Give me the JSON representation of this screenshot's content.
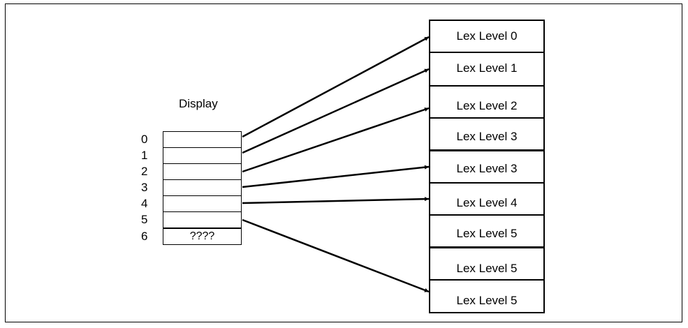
{
  "display": {
    "title": "Display",
    "indices": [
      "0",
      "1",
      "2",
      "3",
      "4",
      "5",
      "6"
    ],
    "cells": [
      "",
      "",
      "",
      "",
      "",
      "",
      "????"
    ]
  },
  "stack": {
    "cells": [
      "Lex Level  0",
      "Lex Level  1",
      "Lex Level  2",
      "Lex Level  3",
      "Lex Level  3",
      "Lex Level  4",
      "Lex Level  5",
      "Lex Level  5",
      "Lex Level  5"
    ]
  },
  "arrows": [
    {
      "from_display_index": 0,
      "to_stack_index": 0
    },
    {
      "from_display_index": 1,
      "to_stack_index": 1
    },
    {
      "from_display_index": 2,
      "to_stack_index": 2
    },
    {
      "from_display_index": 3,
      "to_stack_index": 4
    },
    {
      "from_display_index": 4,
      "to_stack_index": 5
    },
    {
      "from_display_index": 5,
      "to_stack_index": 8
    }
  ]
}
